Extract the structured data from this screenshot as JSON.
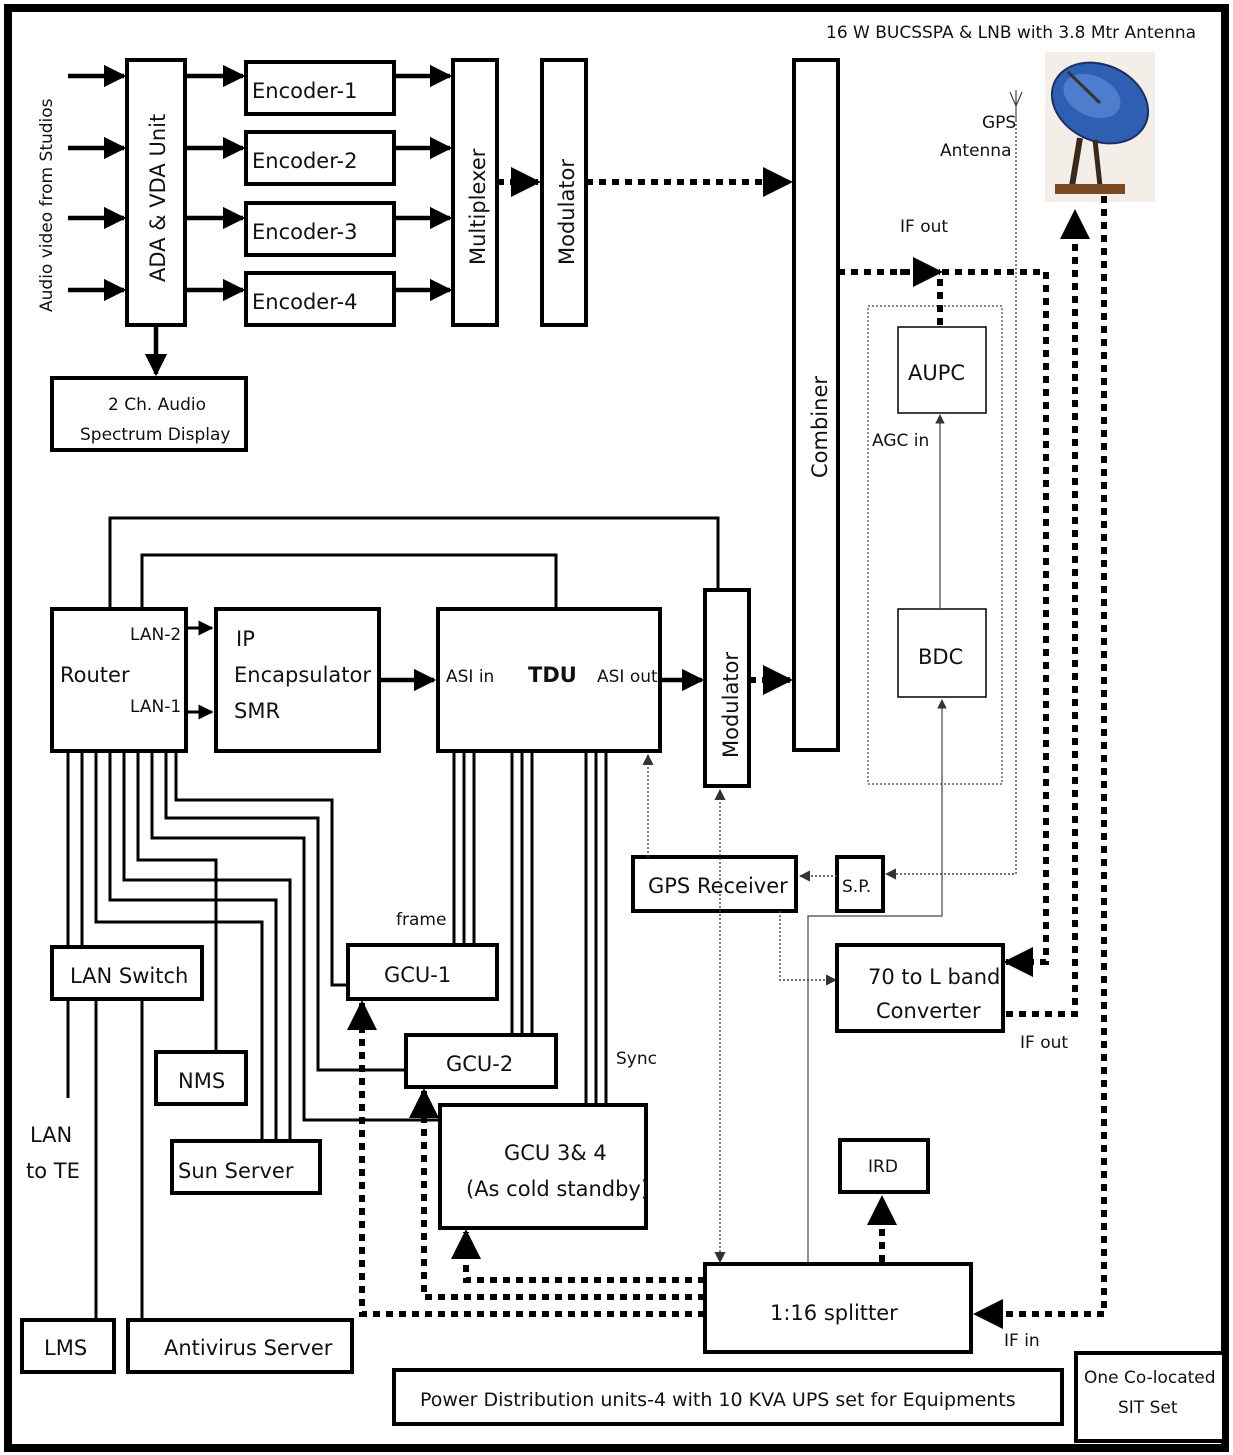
{
  "header": {
    "antenna_caption": "16 W BUCSSPA & LNB with 3.8 Mtr Antenna"
  },
  "labels": {
    "audio_video": "Audio video from Studios",
    "ada_vda": "ADA & VDA Unit",
    "encoders": [
      "Encoder-1",
      "Encoder-2",
      "Encoder-3",
      "Encoder-4"
    ],
    "multiplexer": "Multiplexer",
    "modulator_top": "Modulator",
    "combiner": "Combiner",
    "gps_antenna": [
      "GPS",
      "Antenna"
    ],
    "if_out_top": "IF out",
    "aupc": "AUPC",
    "agc_in": "AGC in",
    "bdc": "BDC",
    "audio_display": [
      "2 Ch. Audio",
      "Spectrum Display"
    ],
    "router": "Router",
    "lan2": "LAN-2",
    "lan1": "LAN-1",
    "ip_encap": [
      "IP",
      "Encapsulator",
      "SMR"
    ],
    "asi_in": "ASI in",
    "tdu": "TDU",
    "asi_out": "ASI out",
    "modulator_mid": "Modulator",
    "gps_receiver": "GPS Receiver",
    "sp": "S.P.",
    "converter": [
      "70 to L band",
      "Converter"
    ],
    "if_out_bottom": "IF out",
    "frame": "frame",
    "gcu1": "GCU-1",
    "gcu2": "GCU-2",
    "sync": "Sync",
    "gcu34": [
      "GCU 3& 4",
      "(As cold standby)"
    ],
    "lan_switch": "LAN Switch",
    "nms": "NMS",
    "lan_to_te": [
      "LAN",
      "to TE"
    ],
    "sun_server": "Sun Server",
    "ird": "IRD",
    "splitter": "1:16 splitter",
    "if_in": "IF in",
    "lms": "LMS",
    "antivirus": "Antivirus Server",
    "power": "Power Distribution units-4 with 10 KVA UPS set for Equipments",
    "sit": [
      "One Co-located",
      "SIT Set"
    ]
  }
}
